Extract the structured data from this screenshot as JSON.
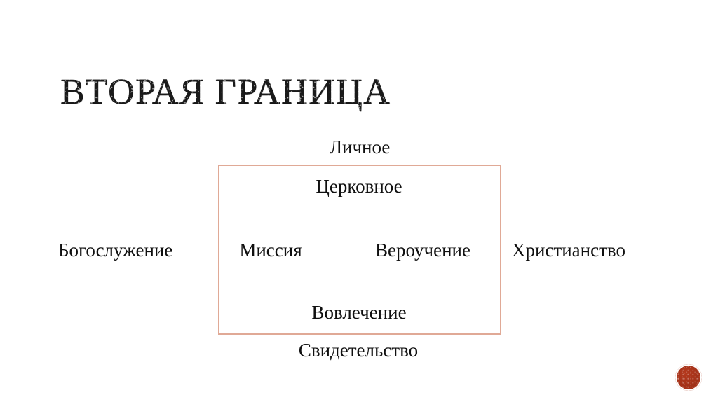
{
  "slide": {
    "title": "ВТОРАЯ ГРАНИЦА",
    "background_color": "#FFFFFF"
  },
  "diagram": {
    "type": "boundary-box",
    "box": {
      "border_color": "#E0A996",
      "fill_color": "transparent"
    },
    "inner_labels": {
      "top": "Церковное",
      "left": "Миссия",
      "right": "Вероучение",
      "bottom": "Вовлечение"
    },
    "outer_labels": {
      "top": "Личное",
      "left": "Богослужение",
      "right": "Христианство",
      "bottom": "Свидетельство"
    }
  },
  "decoration": {
    "seal_color": "#A8341A",
    "seal_name": "circular-seal"
  }
}
